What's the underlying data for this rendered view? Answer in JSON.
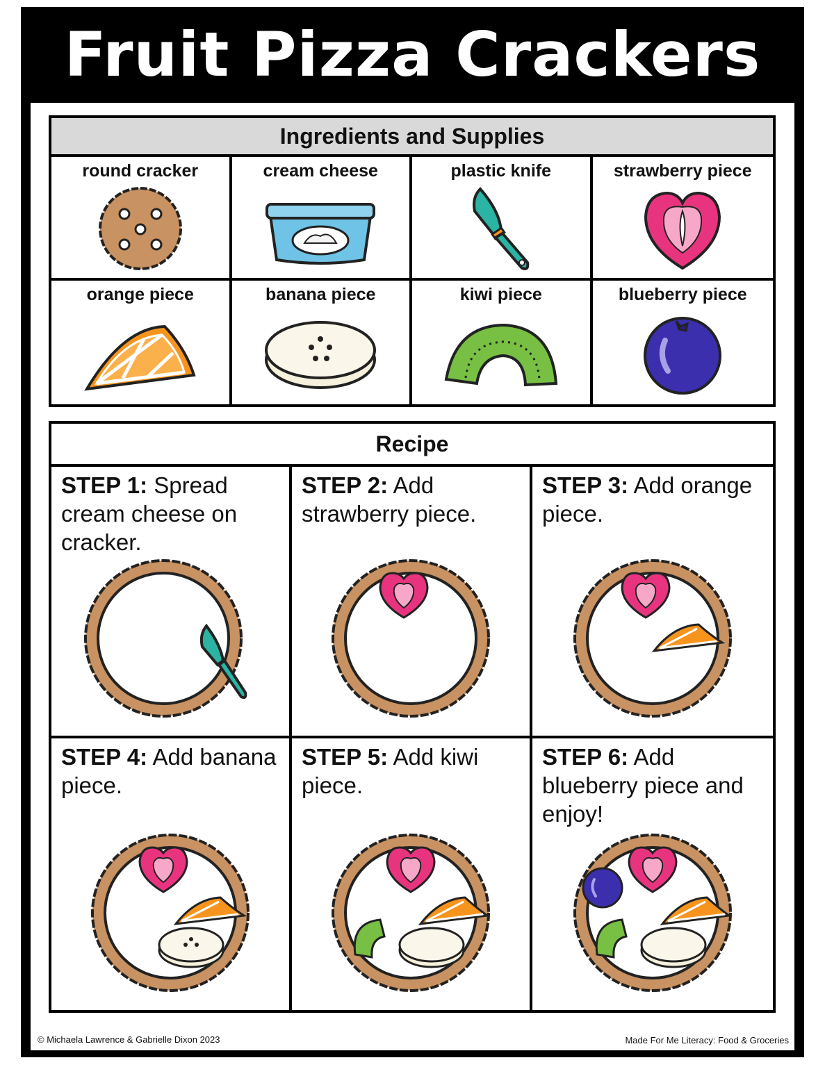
{
  "title": "Fruit Pizza Crackers",
  "ingredients": {
    "heading": "Ingredients and Supplies",
    "items": [
      {
        "label": "round cracker",
        "icon": "cracker-icon"
      },
      {
        "label": "cream cheese",
        "icon": "cream-cheese-icon"
      },
      {
        "label": "plastic knife",
        "icon": "knife-icon"
      },
      {
        "label": "strawberry piece",
        "icon": "strawberry-icon"
      },
      {
        "label": "orange piece",
        "icon": "orange-icon"
      },
      {
        "label": "banana piece",
        "icon": "banana-icon"
      },
      {
        "label": "kiwi piece",
        "icon": "kiwi-icon"
      },
      {
        "label": "blueberry piece",
        "icon": "blueberry-icon"
      }
    ]
  },
  "recipe": {
    "heading": "Recipe",
    "steps": [
      {
        "num": "STEP 1:",
        "text": " Spread cream cheese on cracker."
      },
      {
        "num": "STEP 2:",
        "text": " Add strawberry piece."
      },
      {
        "num": "STEP 3:",
        "text": " Add orange piece."
      },
      {
        "num": "STEP 4:",
        "text": " Add banana piece."
      },
      {
        "num": "STEP 5:",
        "text": " Add kiwi piece."
      },
      {
        "num": "STEP 6:",
        "text": " Add blueberry piece and enjoy!"
      }
    ]
  },
  "footer": {
    "copyright": "© Michaela Lawrence & Gabrielle Dixon 2023",
    "series": "Made For Me Literacy: Food & Groceries"
  },
  "colors": {
    "cracker": "#c89262",
    "cream_tub": "#6ec3e6",
    "knife_blade": "#2bb3a3",
    "strawberry": "#e8347f",
    "orange": "#f7941d",
    "banana": "#f6f1dd",
    "kiwi": "#77c043",
    "blueberry": "#3b2fae"
  }
}
